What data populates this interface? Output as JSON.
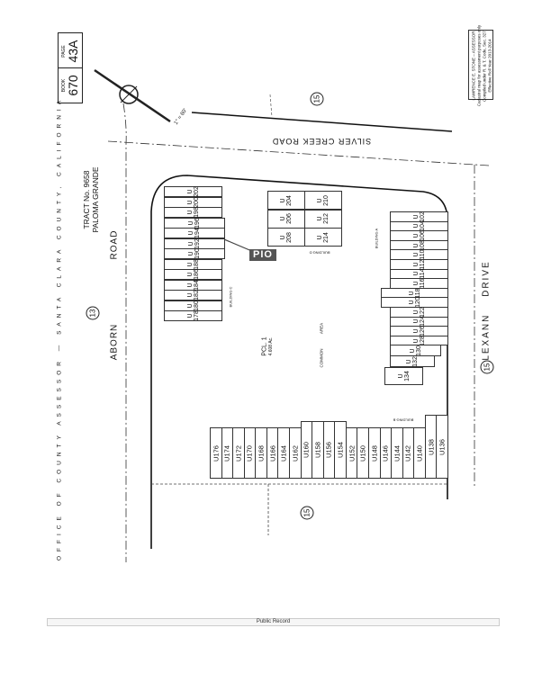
{
  "header": {
    "text": "OFFICE OF COUNTY ASSESSOR — SANTA CLARA COUNTY, CALIFORNIA"
  },
  "book": {
    "label": "BOOK",
    "value": "670"
  },
  "page": {
    "label": "PAGE",
    "value": "43A"
  },
  "tract": {
    "number": "TRACT No. 9658",
    "name": "PALOMA GRANDE"
  },
  "scale": "1\" = 60'",
  "roads": {
    "aborn": "ABORN",
    "aborn_road": "ROAD",
    "silver_creek": "SILVER CREEK ROAD",
    "lexann": "LEXANN DRIVE"
  },
  "map_numbers": {
    "aborn": "13",
    "silver_creek": "15",
    "lexann": "15",
    "south": "15"
  },
  "parcel": {
    "label": "PCL. 1",
    "area": "4.608 Ac.",
    "common": "COMMON",
    "area_word": "AREA"
  },
  "buildings": {
    "a": {
      "label": "BUILDING A",
      "units": [
        "102",
        "104",
        "106",
        "108",
        "110",
        "112",
        "114",
        "116",
        "118",
        "120",
        "122",
        "124",
        "126",
        "128",
        "130",
        "132",
        "134"
      ]
    },
    "b": {
      "label": "BUILDING B",
      "units": [
        "U176",
        "U174",
        "U172",
        "U170",
        "U168",
        "U166",
        "U164",
        "U162",
        "U160",
        "U158",
        "U156",
        "U154",
        "U152",
        "U150",
        "U148",
        "U146",
        "U144",
        "U142",
        "U140",
        "U138",
        "U136"
      ]
    },
    "c": {
      "label": "BUILDING C",
      "units": [
        "202",
        "200",
        "198",
        "196",
        "194",
        "192",
        "190",
        "188",
        "186",
        "184",
        "182",
        "180",
        "178"
      ]
    },
    "d": {
      "label": "BUILDING D",
      "units": [
        "204",
        "206",
        "208",
        "210",
        "212",
        "214"
      ]
    }
  },
  "unit_prefix": "U",
  "subject_marker": "PIO",
  "assessor_note": [
    "LAWRENCE E. STONE – ASSESSOR",
    "Cadastral map for assessment purposes only",
    "Compiled under R. & T. Code, Sec. 327.",
    "Effective Roll Year 2013-2014"
  ],
  "footer": "Public Record",
  "colors": {
    "ink": "#111111",
    "marker_bg": "#555555"
  }
}
